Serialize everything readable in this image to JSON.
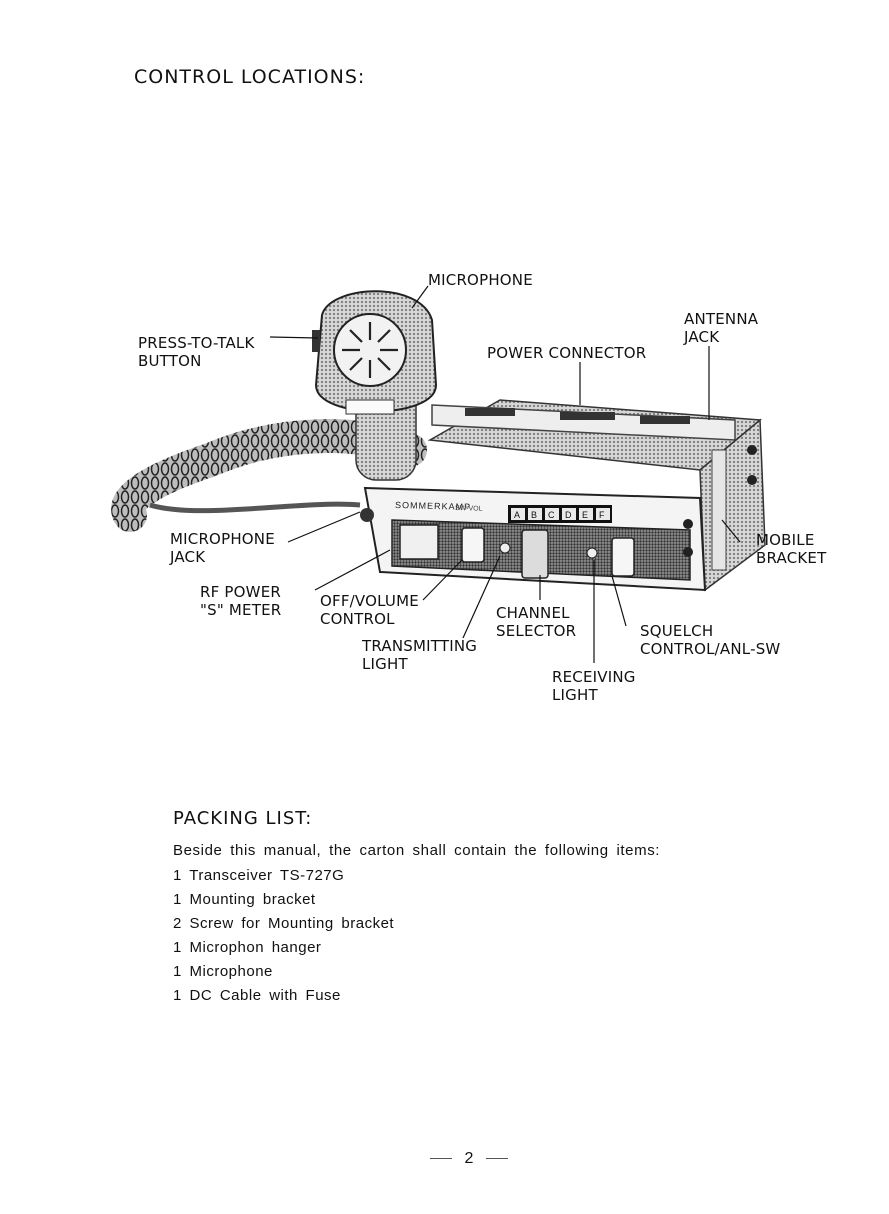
{
  "heading": "CONTROL LOCATIONS:",
  "figure": {
    "brand_text": "SOMMERKAMP",
    "model_text": "SW-VOL",
    "channel_letters": [
      "A",
      "B",
      "C",
      "D",
      "E",
      "F"
    ],
    "labels": {
      "microphone": "MICROPHONE",
      "press_to_talk": "PRESS-TO-TALK\nBUTTON",
      "power_connector": "POWER CONNECTOR",
      "antenna_jack": "ANTENNA\nJACK",
      "microphone_jack": "MICROPHONE\nJACK",
      "mobile_bracket": "MOBILE\nBRACKET",
      "rf_power": "RF POWER\n\"S\" METER",
      "off_volume": "OFF/VOLUME\nCONTROL",
      "channel_selector": "CHANNEL\nSELECTOR",
      "squelch": "SQUELCH\nCONTROL/ANL-SW",
      "transmitting_light": "TRANSMITTING\nLIGHT",
      "receiving_light": "RECEIVING\nLIGHT"
    }
  },
  "packing": {
    "heading": "PACKING LIST:",
    "intro": "Beside this manual, the carton shall contain the following items:",
    "items": [
      "1 Transceiver TS-727G",
      "1 Mounting bracket",
      "2 Screw for Mounting bracket",
      "1 Microphon hanger",
      "1 Microphone",
      "1 DC Cable with Fuse"
    ]
  },
  "page_number": "2"
}
